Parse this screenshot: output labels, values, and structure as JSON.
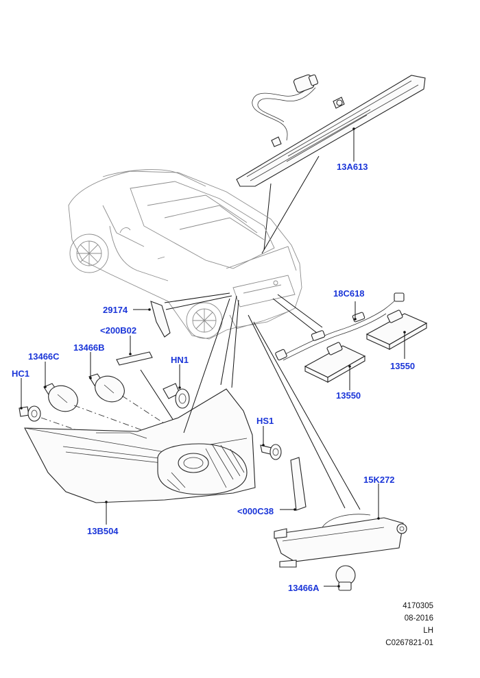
{
  "diagram": {
    "callouts": {
      "13A613": "13A613",
      "29174": "29174",
      "18C618": "18C618",
      "200B02": "<200B02",
      "13466C": "13466C",
      "13466B": "13466B",
      "HN1": "HN1",
      "HC1": "HC1",
      "13550_left": "13550",
      "13550_right": "13550",
      "HS1": "HS1",
      "15K272": "15K272",
      "000C38": "<000C38",
      "13B504": "13B504",
      "13466A": "13466A"
    },
    "meta": {
      "diagram_number": "4170305",
      "date": "08-2016",
      "side": "LH",
      "reference": "C0267821-01"
    }
  },
  "colors": {
    "callout": "#1a35d8",
    "line": "#111111",
    "background": "#ffffff"
  }
}
